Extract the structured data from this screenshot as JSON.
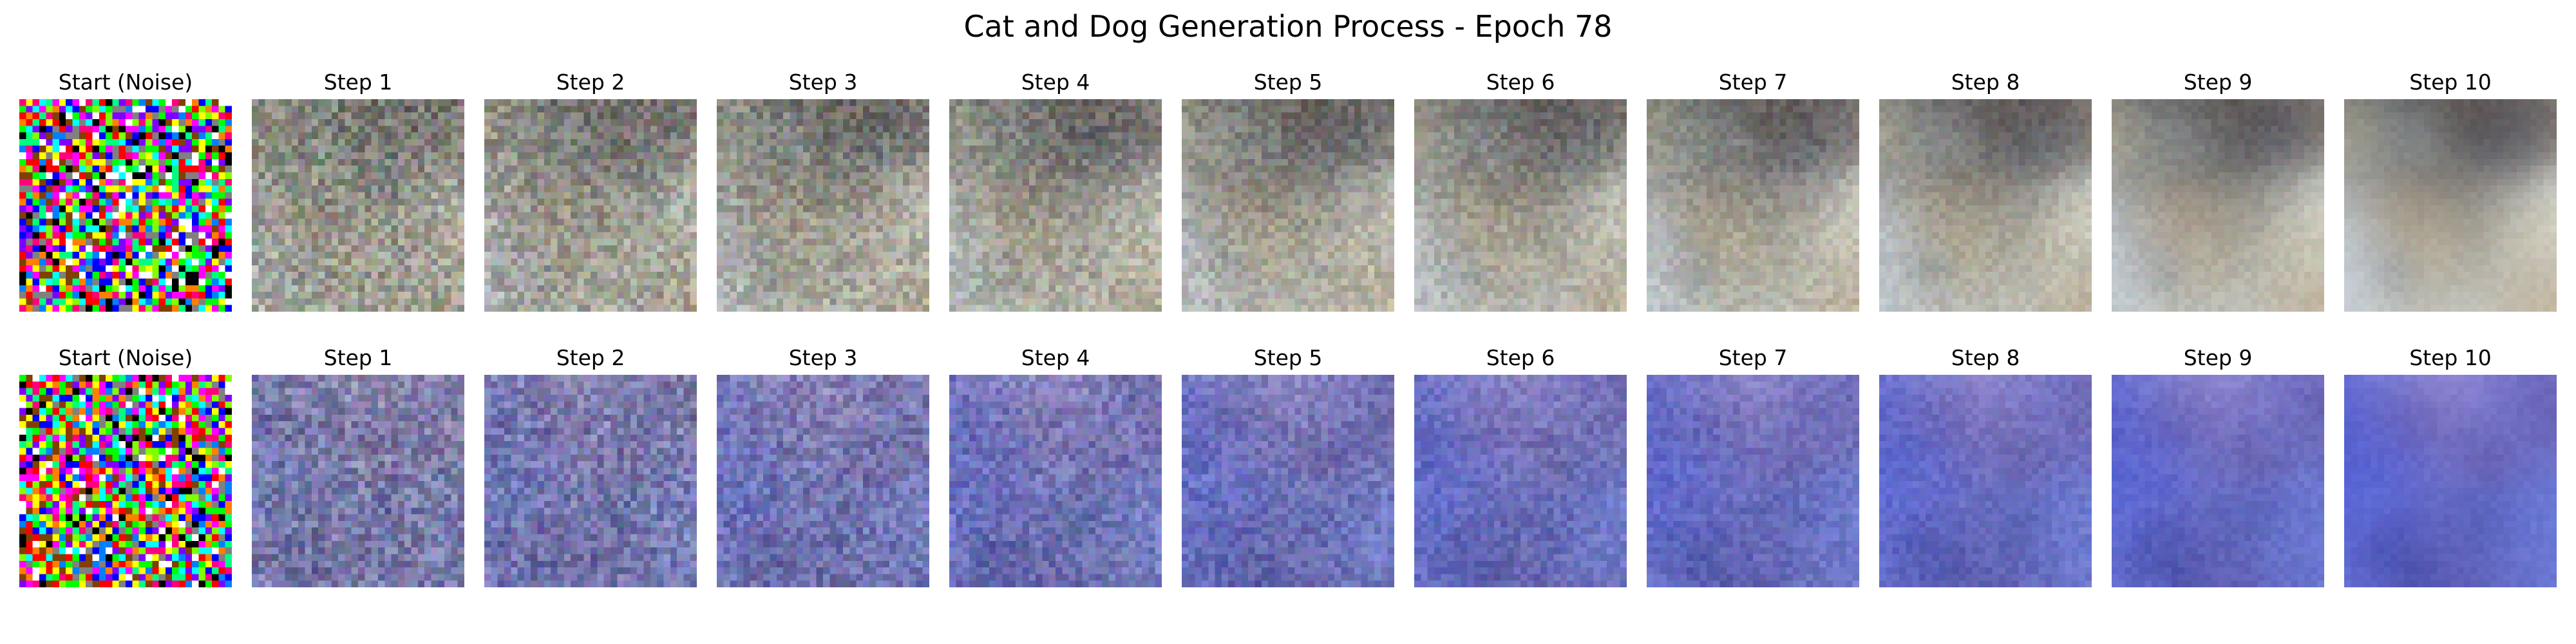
{
  "figure": {
    "title": "Cat and Dog Generation Process - Epoch 78"
  },
  "rows": [
    {
      "panels": [
        {
          "label": "Start (Noise)",
          "kind": "noise",
          "step": 0
        },
        {
          "label": "Step 1",
          "kind": "denoise",
          "step": 1
        },
        {
          "label": "Step 2",
          "kind": "denoise",
          "step": 2
        },
        {
          "label": "Step 3",
          "kind": "denoise",
          "step": 3
        },
        {
          "label": "Step 4",
          "kind": "denoise",
          "step": 4
        },
        {
          "label": "Step 5",
          "kind": "denoise",
          "step": 5
        },
        {
          "label": "Step 6",
          "kind": "denoise",
          "step": 6
        },
        {
          "label": "Step 7",
          "kind": "denoise",
          "step": 7
        },
        {
          "label": "Step 8",
          "kind": "denoise",
          "step": 8
        },
        {
          "label": "Step 9",
          "kind": "denoise",
          "step": 9
        },
        {
          "label": "Step 10",
          "kind": "denoise",
          "step": 10
        }
      ],
      "palette": {
        "mid_gray": "#8a8c80",
        "tones": [
          "#2f3a55",
          "#4a5a7a",
          "#8fa0b8",
          "#c9d3dd",
          "#b9a07c",
          "#d8c7a6",
          "#6e6e62",
          "#3d2b22",
          "#e9ddb5",
          "#4e7f7a",
          "#a6b2b8",
          "#7d8794"
        ]
      }
    },
    {
      "panels": [
        {
          "label": "Start (Noise)",
          "kind": "noise",
          "step": 0
        },
        {
          "label": "Step 1",
          "kind": "denoise",
          "step": 1
        },
        {
          "label": "Step 2",
          "kind": "denoise",
          "step": 2
        },
        {
          "label": "Step 3",
          "kind": "denoise",
          "step": 3
        },
        {
          "label": "Step 4",
          "kind": "denoise",
          "step": 4
        },
        {
          "label": "Step 5",
          "kind": "denoise",
          "step": 5
        },
        {
          "label": "Step 6",
          "kind": "denoise",
          "step": 6
        },
        {
          "label": "Step 7",
          "kind": "denoise",
          "step": 7
        },
        {
          "label": "Step 8",
          "kind": "denoise",
          "step": 8
        },
        {
          "label": "Step 9",
          "kind": "denoise",
          "step": 9
        },
        {
          "label": "Step 10",
          "kind": "denoise",
          "step": 10
        }
      ],
      "palette": {
        "mid_gray": "#8c8a90",
        "tones": [
          "#3a3fa8",
          "#5a6be0",
          "#7f8cf0",
          "#a7b4f4",
          "#4a2f6e",
          "#9a7fc4",
          "#c9c2ee",
          "#2d3a8a",
          "#6b7ad8",
          "#b7a6d8",
          "#5058c8",
          "#8e9ae6"
        ]
      }
    }
  ],
  "noise_palette": [
    "#ff0000",
    "#00ff00",
    "#0000ff",
    "#ffff00",
    "#ff00ff",
    "#00ffff",
    "#000000",
    "#ffffff",
    "#ff8000",
    "#80ff00",
    "#8000ff",
    "#ff0080",
    "#00ff80",
    "#0080ff",
    "#804000",
    "#808080"
  ]
}
